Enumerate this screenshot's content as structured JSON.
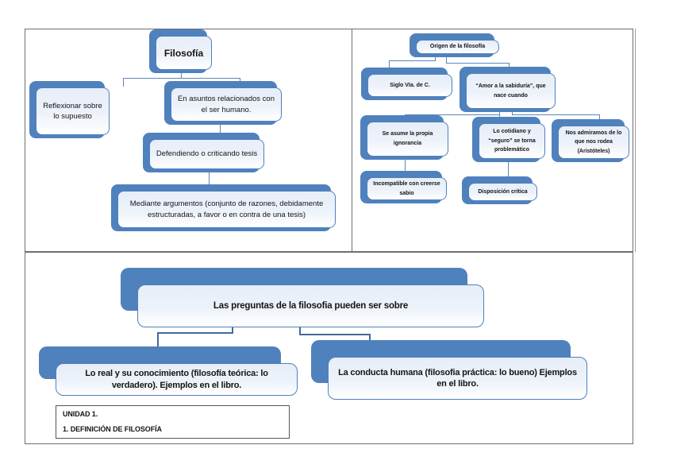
{
  "diagram": {
    "left_panel": {
      "root": "Filosofía",
      "reflexionar": "Reflexionar sobre lo supuesto",
      "asuntos": "En asuntos relacionados con el ser humano.",
      "defendiendo": "Defendiendo o criticando tesis",
      "mediante": "Mediante argumentos (conjunto de razones, debidamente estructuradas, a favor o en contra de una tesis)"
    },
    "right_panel": {
      "root": "Origen de la filosofía",
      "siglo": "Siglo VIa. de C.",
      "amor": "“Amor a la sabiduría”, que nace cuando",
      "se_asume": "Se asume la propia ignorancia",
      "cotidiano": "Lo cotidiano y “seguro” se torna problemático",
      "admiramos": "Nos admiramos de lo que nos rodea (Aristóteles)",
      "incompatible": "Incompatible con creerse sabio",
      "disposicion": "Disposición crítica"
    },
    "bottom_panel": {
      "root": "Las preguntas de la filosofia pueden ser sobre",
      "teorica": "Lo real y su conocimiento (filosofía teórica: lo verdadero). Ejemplos en el libro.",
      "practica": "La conducta humana (filosofia práctica: lo bueno) Ejemplos en el libro.",
      "unidad_line1": "UNIDAD 1.",
      "unidad_line2": "1. DEFINICIÓN DE FILOSOFÍA"
    },
    "colors": {
      "accent_blue": "#4f81bd",
      "box_border_blue": "#4e80bc",
      "connector_blue": "#5b86ba",
      "frame_gray": "#6e6e6e"
    }
  }
}
